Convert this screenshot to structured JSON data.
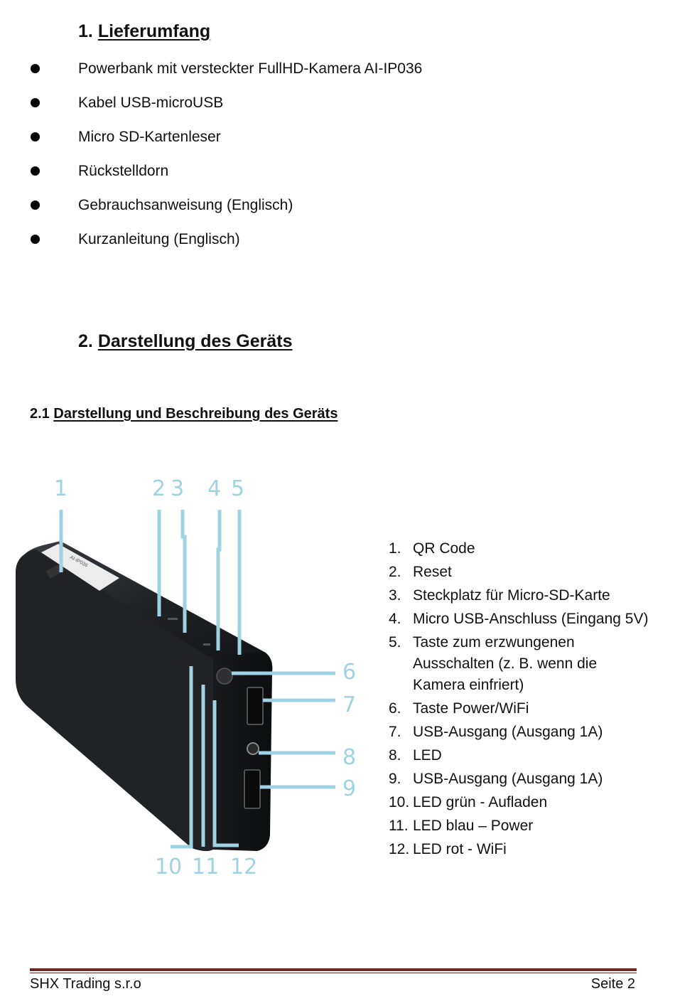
{
  "section1": {
    "number": "1.",
    "title": "Lieferumfang",
    "items": [
      "Powerbank mit versteckter FullHD-Kamera AI-IP036",
      "Kabel USB-microUSB",
      "Micro SD-Kartenleser",
      "Rückstelldorn",
      "Gebrauchsanweisung (Englisch)",
      "Kurzanleitung (Englisch)"
    ]
  },
  "section2": {
    "number": "2.",
    "title": "Darstellung des Geräts"
  },
  "section21": {
    "number": "2.1",
    "title": "Darstellung und Beschreibung des Geräts"
  },
  "figure": {
    "callouts": [
      "1",
      "2",
      "3",
      "4",
      "5",
      "6",
      "7",
      "8",
      "9",
      "10",
      "11",
      "12"
    ],
    "callout_color": "#9fd3e3",
    "sticker_text": "AI-IP036"
  },
  "legend": [
    {
      "num": "1.",
      "label": "QR Code"
    },
    {
      "num": "2.",
      "label": "Reset"
    },
    {
      "num": "3.",
      "label": "Steckplatz für Micro-SD-Karte"
    },
    {
      "num": "4.",
      "label": "Micro USB-Anschluss (Eingang 5V)"
    },
    {
      "num": "5.",
      "label": "Taste zum erzwungenen Ausschalten (z. B. wenn die Kamera einfriert)"
    },
    {
      "num": "6.",
      "label": "Taste Power/WiFi"
    },
    {
      "num": "7.",
      "label": "USB-Ausgang (Ausgang 1A)"
    },
    {
      "num": "8.",
      "label": "LED"
    },
    {
      "num": "9.",
      "label": "USB-Ausgang (Ausgang 1A)"
    },
    {
      "num": "10.",
      "label": "LED grün - Aufladen"
    },
    {
      "num": "11.",
      "label": "LED blau – Power"
    },
    {
      "num": "12.",
      "label": "LED rot - WiFi"
    }
  ],
  "footer": {
    "company": "SHX Trading s.r.o",
    "page": "Seite 2"
  }
}
